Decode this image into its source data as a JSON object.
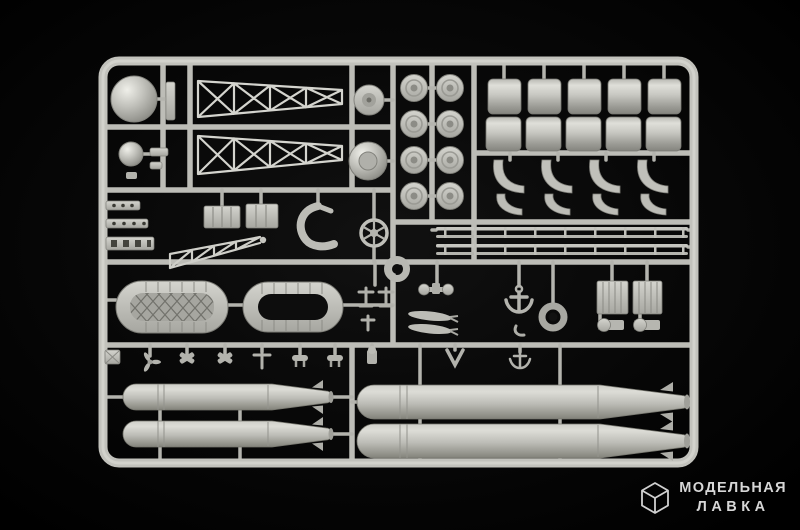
{
  "image_description": "Photograph of a light-gray plastic model-kit sprue (parts frame) with torpedoes, wheels, rafts, davits, masts and small fittings, on a black background",
  "watermark": {
    "logo_icon": "cube-logo-icon",
    "line1": "МОДЕЛЬНАЯ",
    "line2": "ЛАВКА"
  },
  "colors": {
    "background": "#000000",
    "sprue_plastic": "#c2c2bc",
    "plastic_highlight": "#e2e2dc",
    "plastic_shadow": "#84847e",
    "watermark_text": "#d6d6d6"
  }
}
